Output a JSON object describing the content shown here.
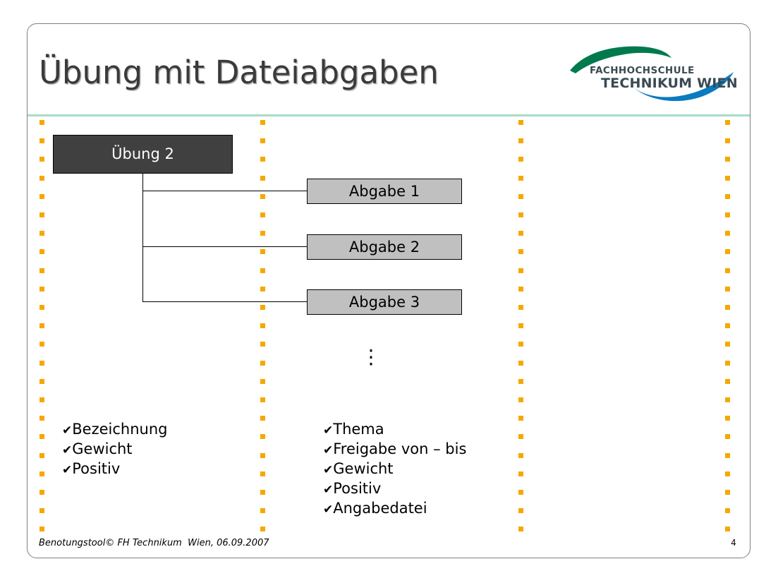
{
  "slide": {
    "title": "Übung mit Dateiabgaben",
    "page_number": "4",
    "footer": "Benotungstool© FH Technikum  Wien, 06.09.2007",
    "accent_rule_color": "#a6dcc8",
    "dot_color": "#f5a800",
    "frame_color": "#808080"
  },
  "logo": {
    "line1": "FACHHOCHSCHULE",
    "line2": "TECHNIKUM WIEN",
    "arc_color": "#007a4d",
    "swoosh_color": "#0a7bbf",
    "text_color": "#3a4a52"
  },
  "diagram": {
    "root": {
      "label": "Übung 2",
      "fill": "#404040",
      "text_color": "#ffffff"
    },
    "children": [
      {
        "label": "Abgabe 1",
        "fill": "#c0c0c0",
        "text_color": "#000000"
      },
      {
        "label": "Abgabe 2",
        "fill": "#c0c0c0",
        "text_color": "#000000"
      },
      {
        "label": "Abgabe 3",
        "fill": "#c0c0c0",
        "text_color": "#000000"
      }
    ],
    "continuation": "⋮"
  },
  "lists": {
    "bullet": "✔",
    "uebung_attributes": [
      "Bezeichnung",
      "Gewicht",
      "Positiv"
    ],
    "abgabe_attributes": [
      "Thema",
      "Freigabe von – bis",
      "Gewicht",
      "Positiv",
      "Angabedatei"
    ]
  }
}
